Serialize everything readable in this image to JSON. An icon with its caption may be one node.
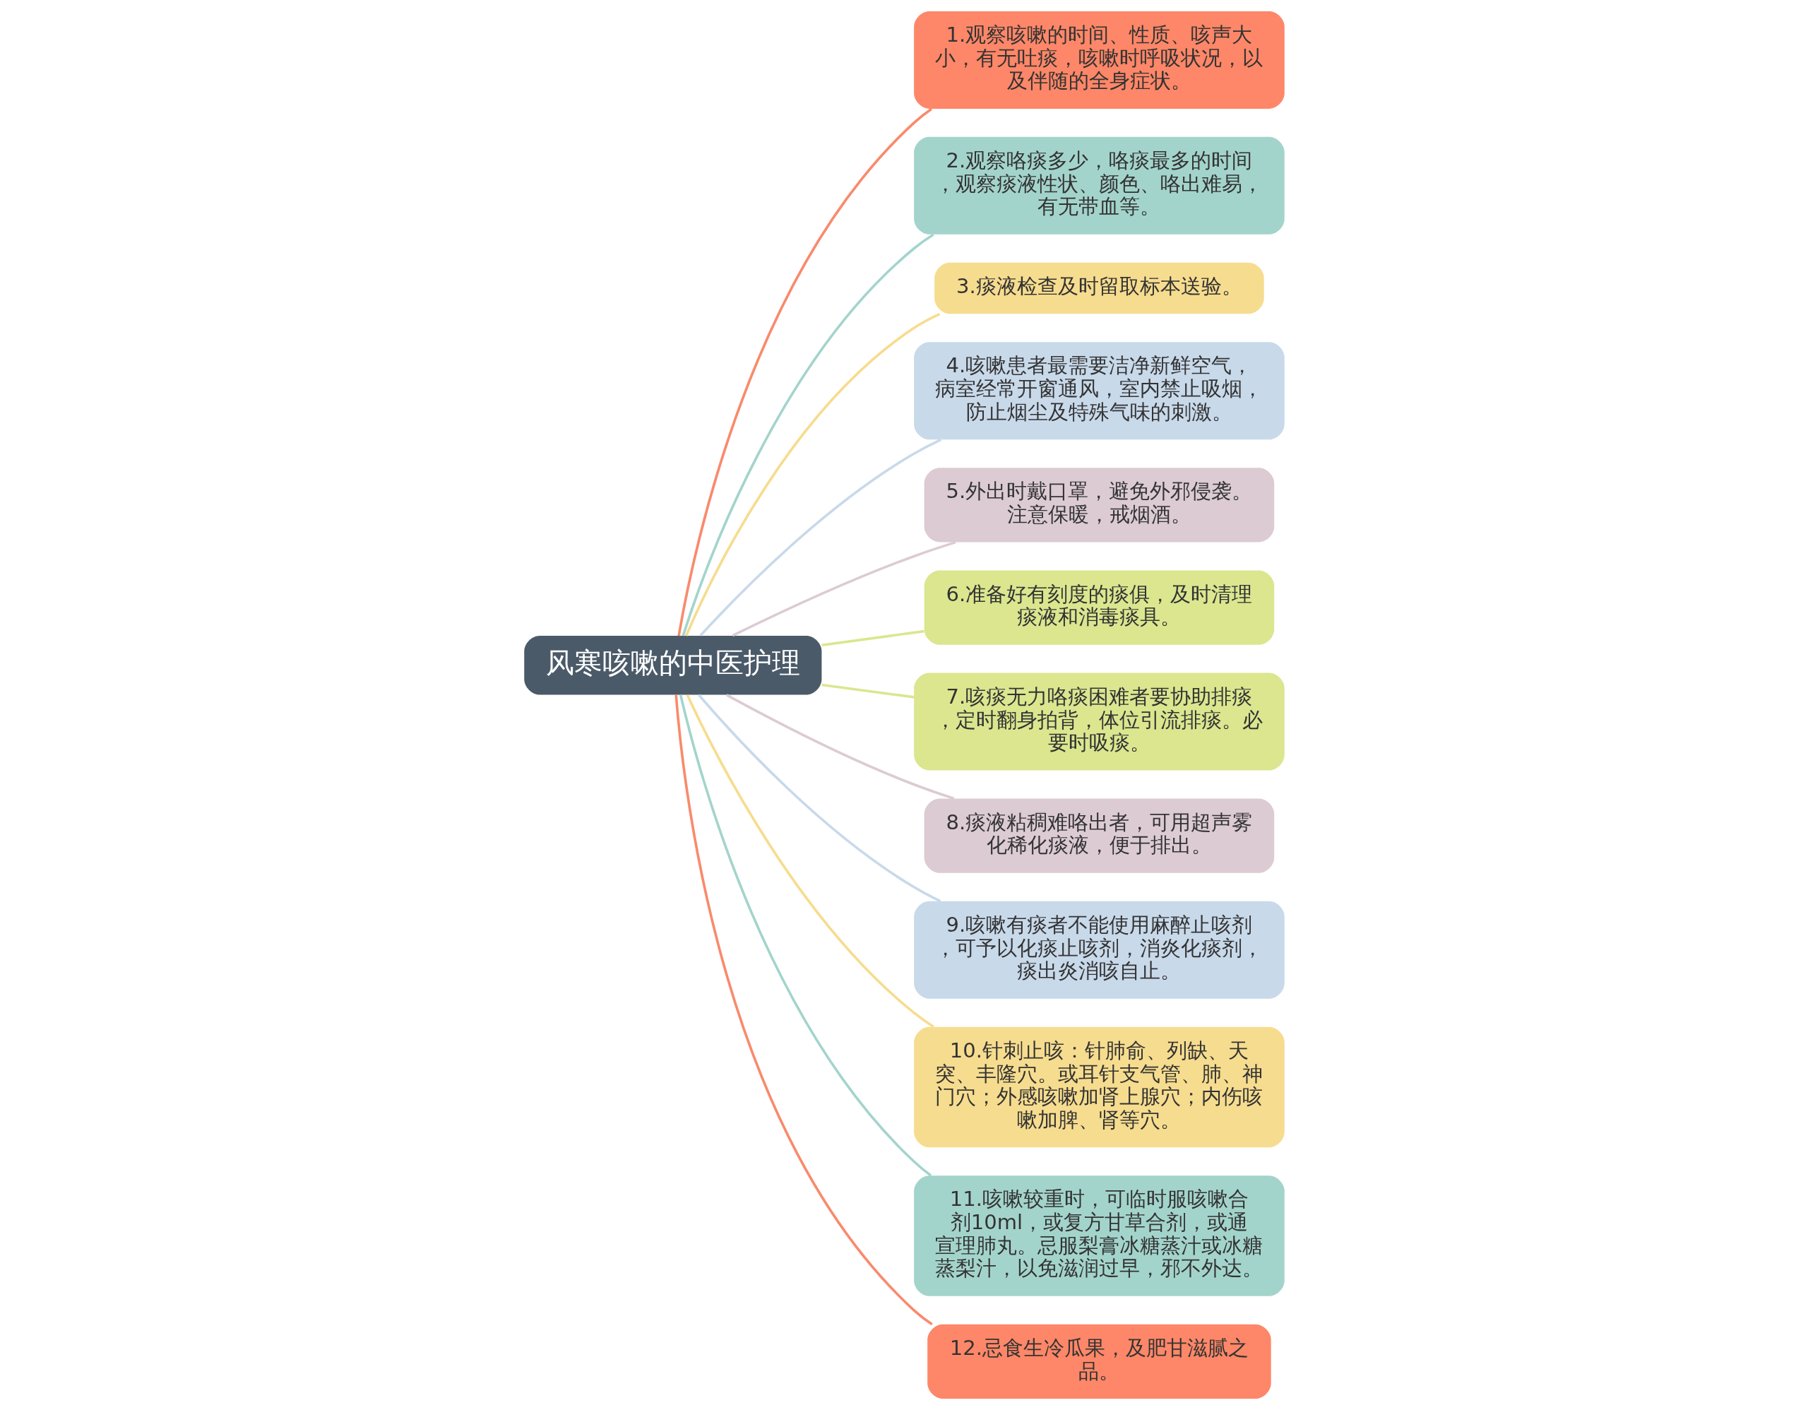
{
  "diagram": {
    "nodes": [
      {
        "text": [
          "风寒咳嗽的中医护理"
        ]
      },
      {
        "text": [
          "1.观察咳嗽的时间、性质、咳声大小，有无吐痰，咳嗽时呼吸状况，以及伴随的全身症状。"
        ]
      },
      {
        "text": [
          "2.观察咯痰多少，咯痰最多的时间，观察痰液性状、颜色、咯出难易，有无带血等。"
        ]
      },
      {
        "text": [
          "3.痰液检查及时留取标本送验。"
        ]
      },
      {
        "text": [
          "4.咳嗽患者最需要洁净新鲜空气，病室经常开窗通风，室内禁止吸烟，防止烟尘及特殊气味的刺激。"
        ]
      },
      {
        "text": [
          "5.外出时戴口罩，避免外邪侵袭。注意保暖，戒烟酒。"
        ]
      },
      {
        "text": [
          "6.准备好有刻度的痰俱，及时清理痰液和消毒痰具。"
        ]
      },
      {
        "text": [
          "7.咳痰无力咯痰困难者要协助排痰，定时翻身拍背，体位引流排痰。必要时吸痰。"
        ]
      },
      {
        "text": [
          "8.痰液粘稠难咯出者，可用超声雾化稀化痰液，便于排出。"
        ]
      },
      {
        "text": [
          "9.咳嗽有痰者不能使用麻醉止咳剂，可予以化痰止咳剂，消炎化痰剂，痰出炎消咳自止。"
        ]
      },
      {
        "text": [
          "10.针刺止咳：针肺俞、列缺、天突、丰隆穴。或耳针支气管、肺、神门穴；外感咳嗽加肾上腺穴；内伤咳嗽加脾、肾等穴。"
        ]
      },
      {
        "text": [
          "11.咳嗽较重时，可临时服咳嗽合剂10ml，或复方甘草合剂，或通宣理肺丸。忌服梨膏冰糖蒸汁或冰糖蒸梨汁，以免滋润过早，邪不外达。"
        ]
      },
      {
        "text": [
          "12.忌食生冷瓜果，及肥甘滋腻之品。"
        ]
      }
    ],
    "edges": [
      {
        "from": 0,
        "to": 1,
        "arrow": "none",
        "color": "#f98a6c"
      },
      {
        "from": 0,
        "to": 2,
        "arrow": "none",
        "color": "#a3d4cc"
      },
      {
        "from": 0,
        "to": 3,
        "arrow": "none",
        "color": "#f6dc8e"
      },
      {
        "from": 0,
        "to": 4,
        "arrow": "none",
        "color": "#c8d9ea"
      },
      {
        "from": 0,
        "to": 5,
        "arrow": "none",
        "color": "#dccbd3"
      },
      {
        "from": 0,
        "to": 6,
        "arrow": "none",
        "color": "#dbe68f"
      },
      {
        "from": 0,
        "to": 7,
        "arrow": "none",
        "color": "#dbe68f"
      },
      {
        "from": 0,
        "to": 8,
        "arrow": "none",
        "color": "#dccbd3"
      },
      {
        "from": 0,
        "to": 9,
        "arrow": "none",
        "color": "#c8d9ea"
      },
      {
        "from": 0,
        "to": 10,
        "arrow": "none",
        "color": "#f6dc8e"
      },
      {
        "from": 0,
        "to": 11,
        "arrow": "none",
        "color": "#a3d4cc"
      },
      {
        "from": 0,
        "to": 12,
        "arrow": "none",
        "color": "#f98a6c"
      }
    ]
  }
}
